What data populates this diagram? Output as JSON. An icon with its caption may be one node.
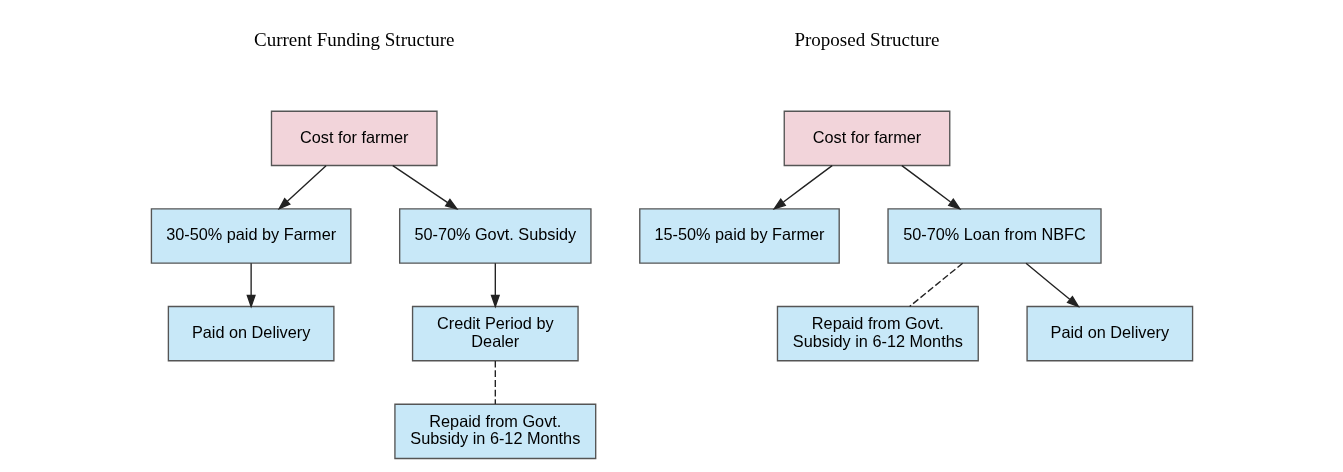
{
  "diagram": {
    "nodes": [
      {
        "text": [
          "Cost for farmer"
        ]
      },
      {
        "text": [
          "30-50% paid by Farmer"
        ]
      },
      {
        "text": [
          "50-70% Govt. Subsidy"
        ]
      },
      {
        "text": [
          "Paid on Delivery"
        ]
      },
      {
        "text": [
          "Credit Period by Dealer"
        ]
      },
      {
        "text": [
          "Repaid from Govt. Subsidy in 6-12 Months"
        ]
      },
      {
        "text": [
          "Cost for farmer"
        ]
      },
      {
        "text": [
          "15-50% paid by Farmer"
        ]
      },
      {
        "text": [
          "50-70% Loan from NBFC"
        ]
      },
      {
        "text": [
          "Repaid from Govt. Subsidy in 6-12 Months"
        ]
      },
      {
        "text": [
          "Paid on Delivery"
        ]
      }
    ],
    "edges": [
      {
        "from": 0,
        "to": 1,
        "arrow": "to"
      },
      {
        "from": 0,
        "to": 2,
        "arrow": "to"
      },
      {
        "from": 1,
        "to": 3,
        "arrow": "to"
      },
      {
        "from": 2,
        "to": 4,
        "arrow": "to"
      },
      {
        "from": 4,
        "to": 5,
        "arrow": "none",
        "style": "dashed"
      },
      {
        "from": 6,
        "to": 7,
        "arrow": "to"
      },
      {
        "from": 6,
        "to": 8,
        "arrow": "to"
      },
      {
        "from": 8,
        "to": 10,
        "arrow": "to"
      },
      {
        "from": 8,
        "to": 9,
        "arrow": "none",
        "style": "dashed"
      }
    ],
    "labels": [
      "Current Funding Structure",
      "Proposed Structure"
    ]
  }
}
